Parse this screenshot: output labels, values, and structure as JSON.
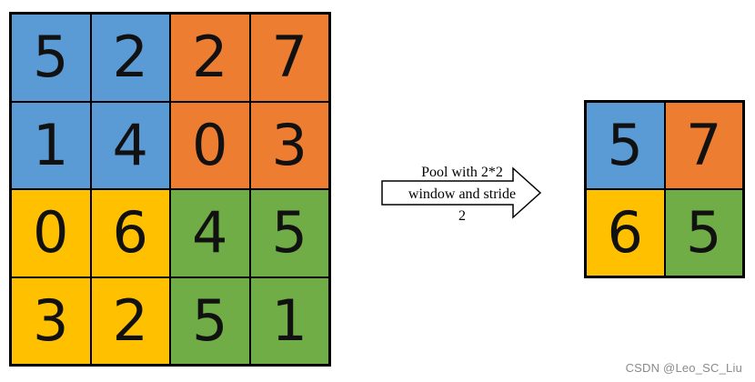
{
  "colors": {
    "blue": "#5B9BD5",
    "orange": "#ED7D31",
    "yellow": "#FFC000",
    "green": "#70AD47"
  },
  "input_grid": {
    "rows": [
      [
        {
          "value": "5",
          "color": "blue"
        },
        {
          "value": "2",
          "color": "blue"
        },
        {
          "value": "2",
          "color": "orange"
        },
        {
          "value": "7",
          "color": "orange"
        }
      ],
      [
        {
          "value": "1",
          "color": "blue"
        },
        {
          "value": "4",
          "color": "blue"
        },
        {
          "value": "0",
          "color": "orange"
        },
        {
          "value": "3",
          "color": "orange"
        }
      ],
      [
        {
          "value": "0",
          "color": "yellow"
        },
        {
          "value": "6",
          "color": "yellow"
        },
        {
          "value": "4",
          "color": "green"
        },
        {
          "value": "5",
          "color": "green"
        }
      ],
      [
        {
          "value": "3",
          "color": "yellow"
        },
        {
          "value": "2",
          "color": "yellow"
        },
        {
          "value": "5",
          "color": "green"
        },
        {
          "value": "1",
          "color": "green"
        }
      ]
    ]
  },
  "arrow": {
    "line1": "Pool with 2*2",
    "line2": "window and stride",
    "line3": "2"
  },
  "output_grid": {
    "rows": [
      [
        {
          "value": "5",
          "color": "blue"
        },
        {
          "value": "7",
          "color": "orange"
        }
      ],
      [
        {
          "value": "6",
          "color": "yellow"
        },
        {
          "value": "5",
          "color": "green"
        }
      ]
    ]
  },
  "watermark": "CSDN @Leo_SC_Liu"
}
